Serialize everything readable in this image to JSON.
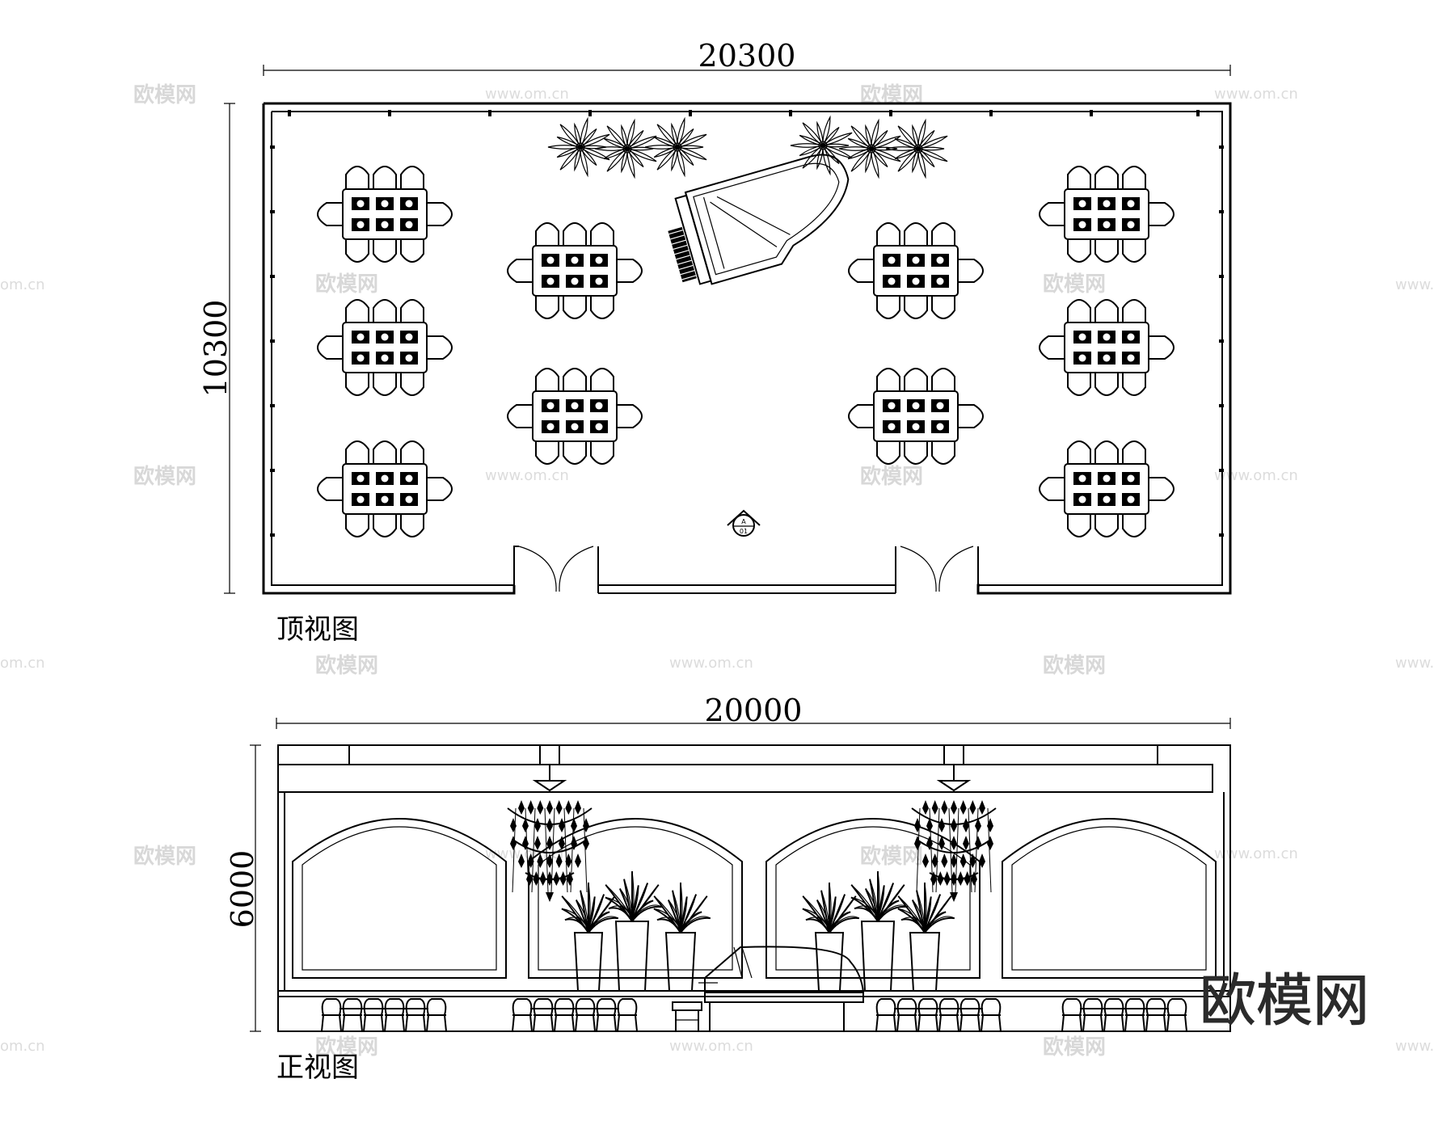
{
  "top_view": {
    "width_dimension": "20300",
    "height_dimension": "10300",
    "label": "顶视图",
    "section_mark_top": "A",
    "section_mark_bottom": "01"
  },
  "front_view": {
    "width_dimension": "20000",
    "height_dimension": "6000",
    "label": "正视图"
  },
  "watermarks": {
    "brand": "欧模网",
    "url": "www.om.cn",
    "url_fragment": "om.cn",
    "url_prefix": "www."
  },
  "logo": {
    "text": "欧模网"
  }
}
